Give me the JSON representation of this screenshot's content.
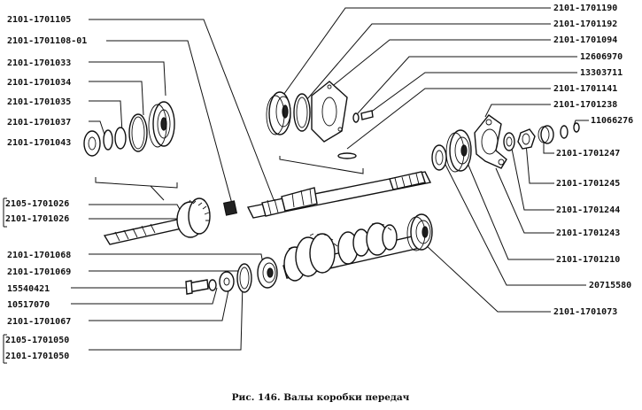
{
  "caption": "Рис. 146. Валы коробки передач",
  "labels_left": [
    "2101-1701105",
    "2101-1701108-01",
    "2101-1701033",
    "2101-1701034",
    "2101-1701035",
    "2101-1701037",
    "2101-1701043",
    "2105-1701026",
    "2101-1701026",
    "2101-1701068",
    "2101-1701069",
    "15540421",
    "10517070",
    "2101-1701067",
    "2105-1701050",
    "2101-1701050"
  ],
  "labels_right": [
    "2101-1701190",
    "2101-1701192",
    "2101-1701094",
    "12606970",
    "13303711",
    "2101-1701141",
    "2101-1701238",
    "11066276",
    "2101-1701247",
    "2101-1701245",
    "2101-1701244",
    "2101-1701243",
    "2101-1701210",
    "20715580",
    "2101-1701073"
  ]
}
